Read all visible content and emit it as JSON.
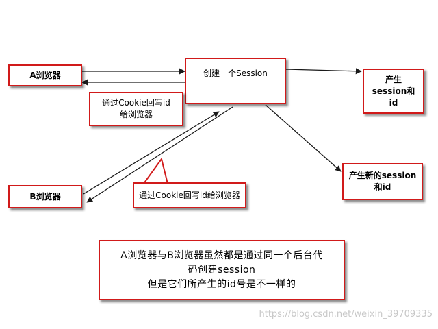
{
  "nodes": {
    "browser_a": "A浏览器",
    "session": "创建一个Session",
    "produce": "产生\nsession和\nid",
    "cookie_a": "通过Cookie回写id\n给浏览器",
    "browser_b": "B浏览器",
    "produce_new": "产生新的session\n和id",
    "cookie_b": "通过Cookie回写id给浏览器"
  },
  "note": "A浏览器与B浏览器虽然都是通过同一个后台代\n码创建session\n但是它们所产生的id号是不一样的",
  "watermark": "https://blog.csdn.net/weixin_39709335",
  "colors": {
    "border": "#d11a1a",
    "arrow": "#1a1a1a"
  }
}
